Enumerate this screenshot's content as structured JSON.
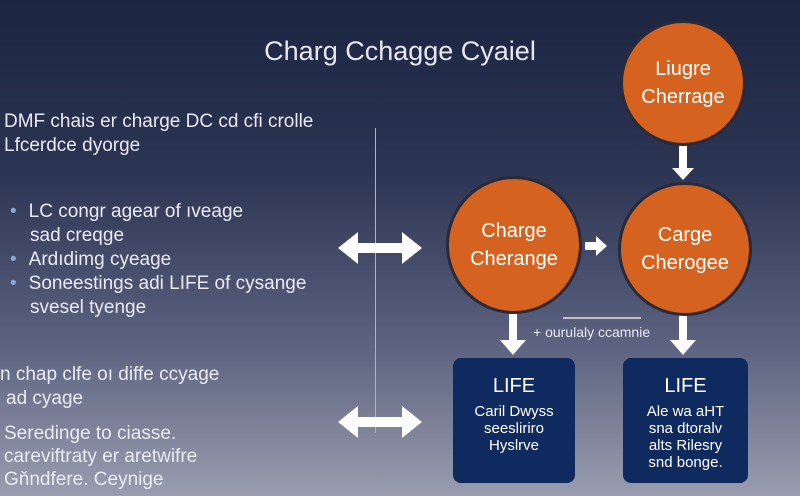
{
  "title": "Charg Cchagge Cyaiel",
  "left_text": {
    "intro": [
      "DMF chais er charge DC cd cfi crolle",
      "Lfcerdce dyorge"
    ],
    "bullets": [
      [
        "LC congr agear of ıveage",
        "sad creqge"
      ],
      [
        "Ardıdimg cyeage"
      ],
      [
        "Soneestings adi LIFE of cysange",
        "svesel tyenge"
      ]
    ],
    "para2": [
      "n chap clfe oı diffe ccyage",
      "ad cyage"
    ],
    "para3": [
      "Seredinge to ciasse.",
      "careviftraty er aretwifre",
      "Gňndfere. Ceynige"
    ]
  },
  "nodes": {
    "top": [
      "Liugre",
      "Cherrage"
    ],
    "mid_left": [
      "Charge",
      "Cherange"
    ],
    "mid_right": [
      "Carge",
      "Cherogee"
    ]
  },
  "connector_label": "+ ourulaly ccamnie",
  "boxes": [
    {
      "heading": "LIFE",
      "lines": [
        "Caril Dwyss",
        "seesliriro",
        "Hyslrve"
      ]
    },
    {
      "heading": "LIFE",
      "lines": [
        "Ale wa aHT",
        "sna dtoralv",
        "alts Rilesry",
        "snd bonge."
      ]
    }
  ],
  "colors": {
    "node": "#d6621f",
    "box": "#0f2a5e"
  }
}
